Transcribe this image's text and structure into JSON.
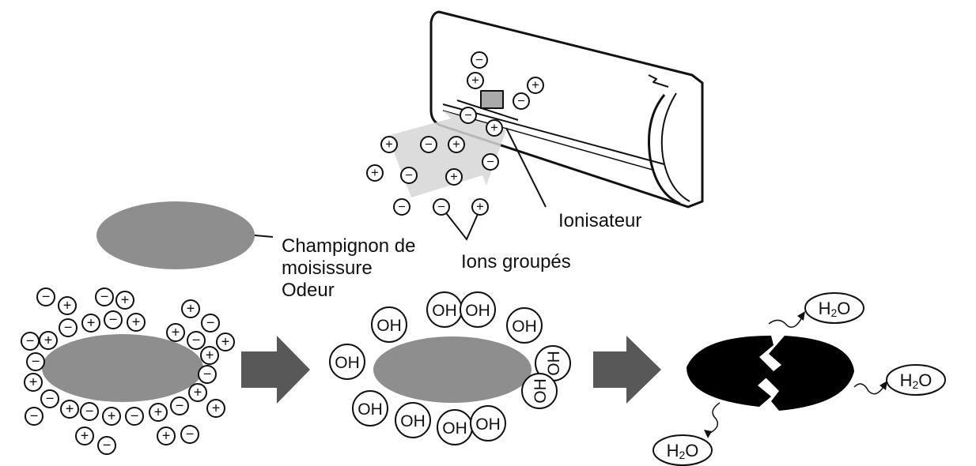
{
  "labels": {
    "ionizer": "Ionisateur",
    "cluster_ions": "Ions groupés",
    "pollutant_line1": "Champignon de",
    "pollutant_line2": "moisissure",
    "pollutant_line3": "Odeur"
  },
  "ion_symbols": {
    "positive": "+",
    "negative": "−"
  },
  "radicals": {
    "hydroxyl": "OH",
    "water_prefix": "H",
    "water_sub": "2",
    "water_suffix": "O"
  },
  "colors": {
    "pollutant": "#8e8e8e",
    "arrow": "#585858",
    "destroyed": "#000000",
    "outline": "#111111"
  }
}
